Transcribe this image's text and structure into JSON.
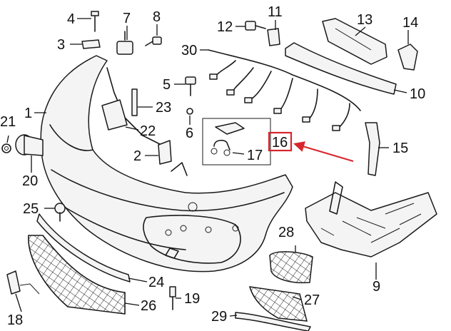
{
  "diagram": {
    "accent_color": "#d8262c",
    "highlighted_part": "16",
    "callouts": {
      "c1": "1",
      "c2": "2",
      "c3": "3",
      "c4": "4",
      "c5": "5",
      "c6": "6",
      "c7": "7",
      "c8": "8",
      "c9": "9",
      "c10": "10",
      "c11": "11",
      "c12": "12",
      "c13": "13",
      "c14": "14",
      "c15": "15",
      "c16": "16",
      "c17": "17",
      "c18": "18",
      "c19": "19",
      "c20": "20",
      "c21": "21",
      "c22": "22",
      "c23": "23",
      "c24": "24",
      "c25": "25",
      "c26": "26",
      "c27": "27",
      "c28": "28",
      "c29": "29",
      "c30": "30"
    }
  }
}
